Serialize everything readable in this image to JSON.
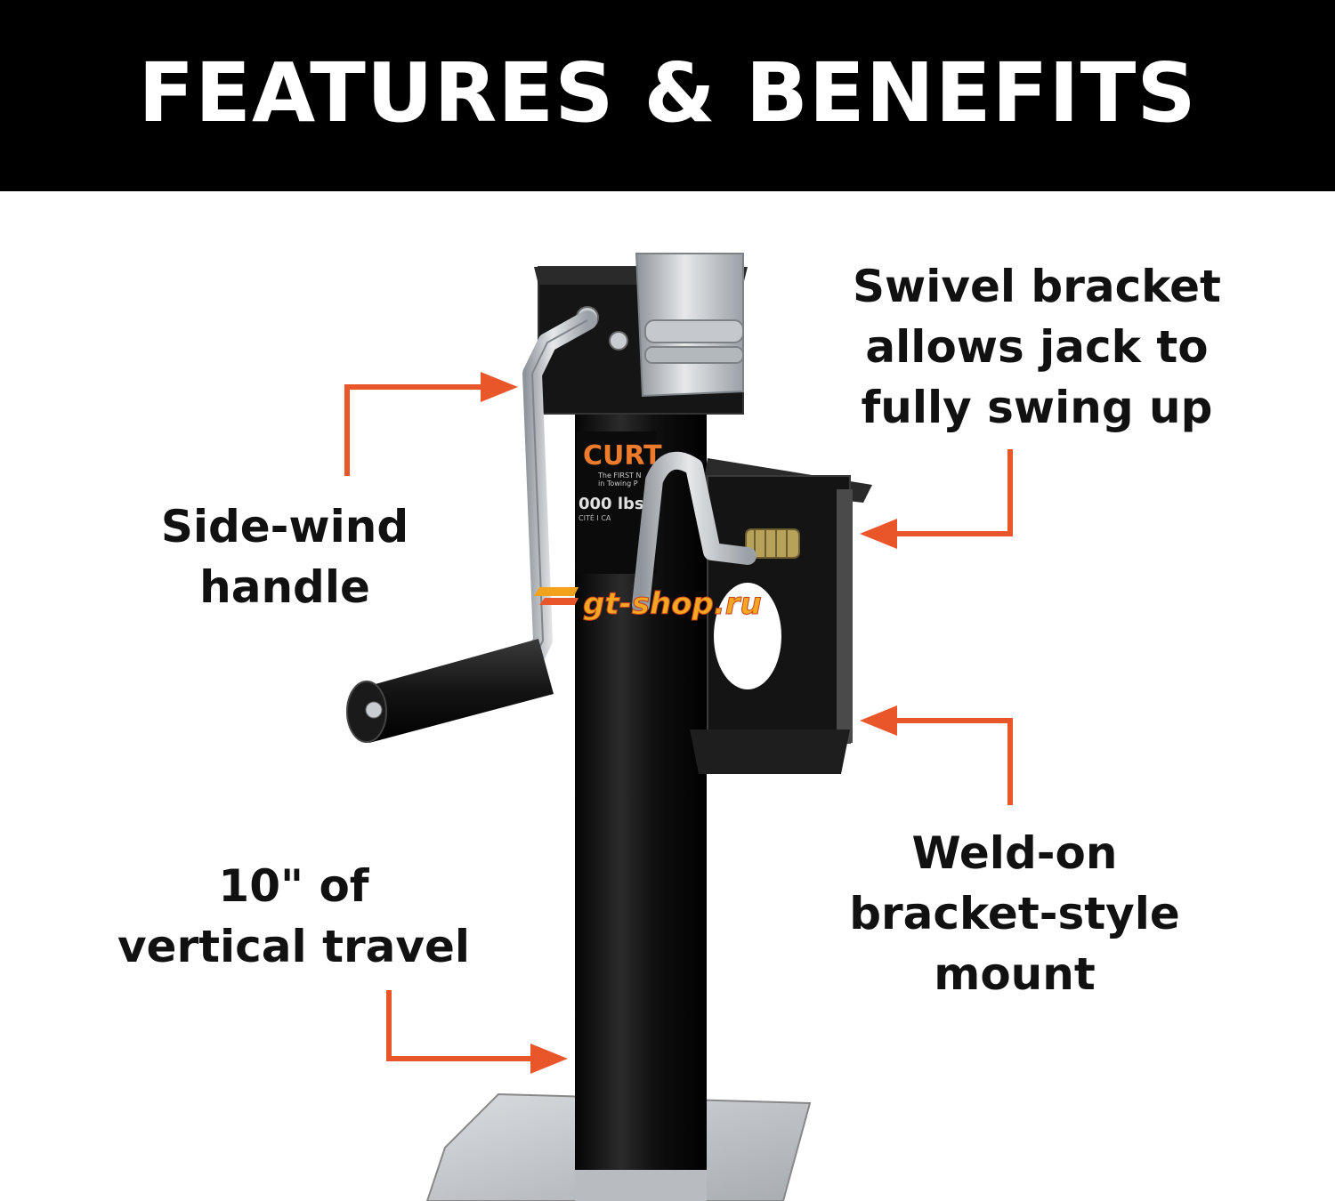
{
  "header": {
    "title": "FEATURES & BENEFITS"
  },
  "callouts": {
    "handle": [
      "Side-wind",
      "handle"
    ],
    "travel": [
      "10\" of",
      "vertical travel"
    ],
    "swivel": [
      "Swivel bracket",
      "allows jack to",
      "fully swing up"
    ],
    "weld": [
      "Weld-on",
      "bracket-style",
      "mount"
    ]
  },
  "product": {
    "brand": "CURT",
    "tagline_1": "The FIRST N",
    "tagline_2": "in Towing P",
    "capacity": "000 lbs.",
    "capacity_sub": "CITÉ I CA"
  },
  "watermark": "gt-shop.ru",
  "colors": {
    "accent": "#e8562a",
    "header_bg": "#000000",
    "jack_body": "#141414",
    "steel": "#c9ccd0"
  }
}
